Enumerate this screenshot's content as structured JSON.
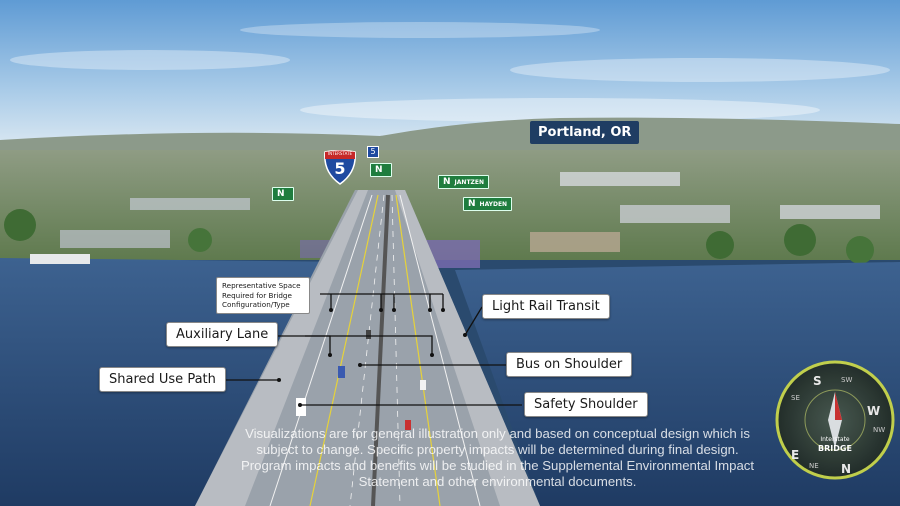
{
  "location": {
    "city_label": "Portland, OR"
  },
  "shield": {
    "top_text": "INTERSTATE",
    "route": "5",
    "small_route": "5"
  },
  "signs": [
    {
      "dir": "N",
      "text": "JANTZEN"
    },
    {
      "dir": "N",
      "text": "HAYDEN"
    },
    {
      "dir": "N",
      "text": ""
    },
    {
      "dir": "N",
      "text": ""
    }
  ],
  "callouts": {
    "representative_space": "Representative Space Required for Bridge Configuration/Type",
    "light_rail": "Light Rail Transit",
    "auxiliary_lane": "Auxiliary Lane",
    "bus_on_shoulder": "Bus on Shoulder",
    "shared_use_path": "Shared Use Path",
    "safety_shoulder": "Safety Shoulder"
  },
  "disclaimer": "Visualizations are for general illustration only and based on conceptual design which is subject to change. Specific property impacts will be determined during final design. Program impacts and benefits will be studied in the Supplemental Environmental Impact Statement and other environmental documents.",
  "compass": {
    "n": "N",
    "s": "S",
    "e": "E",
    "w": "W",
    "ne": "NE",
    "nw": "NW",
    "se": "SE",
    "sw": "SW",
    "logo_line1": "Interstate",
    "logo_line2": "BRIDGE"
  },
  "colors": {
    "sky_top": "#6fa6d8",
    "water": "#2c4d78",
    "bridge_deck": "#a9b0b8",
    "city_label_bg": "#1f3d63",
    "sign_green": "#1f7d3e",
    "compass_ring": "#c9d64a"
  }
}
